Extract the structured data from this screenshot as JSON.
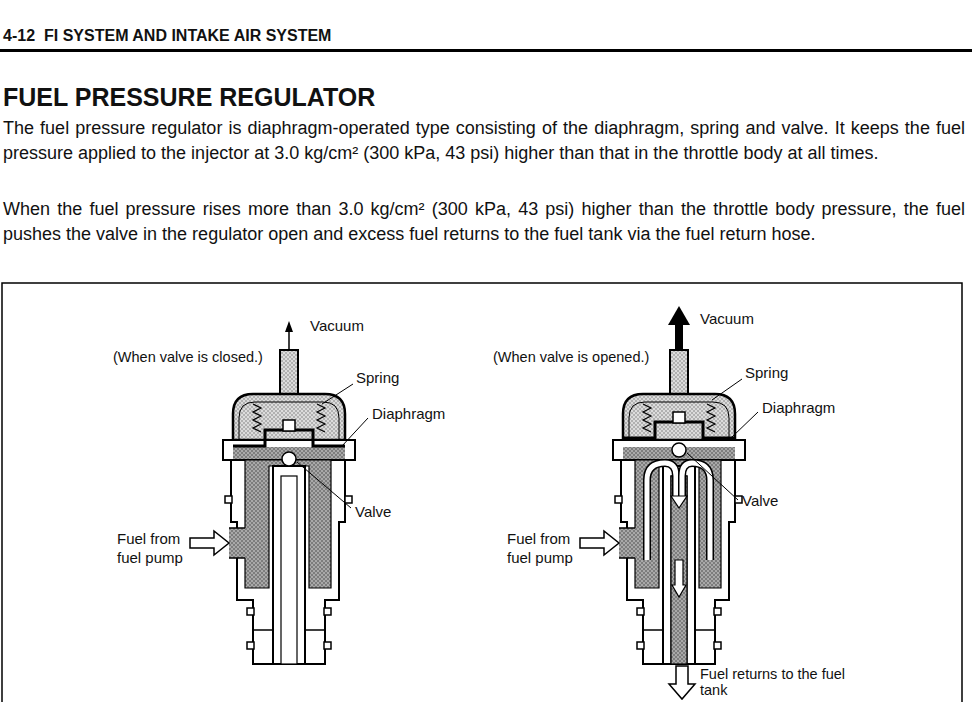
{
  "diagram": {
    "title": "FUEL PRESSURE REGULATOR",
    "labels": [
      "4-12",
      "FI SYSTEM AND INTAKE AIR SYSTEM",
      "The fuel pressure regulator is diaphragm-operated type consisting of the diaphragm, spring and valve. It keeps the fuel pressure applied to the injector at 3.0 kg/cm² (300 kPa, 43 psi) higher than that in the throttle body at all times.",
      "When the fuel pressure rises more than 3.0 kg/cm² (300 kPa, 43 psi) higher than the throttle body pressure, the fuel pushes the valve in the regulator open and excess fuel returns to the fuel tank via the fuel return hose.",
      "Vacuum",
      "(When valve is closed.)",
      "Spring",
      "Diaphragm",
      "Valve",
      "Fuel from fuel pump",
      "Vacuum",
      "(When valve is opened.)",
      "Spring",
      "Diaphragm",
      "Valve",
      "Fuel from fuel pump",
      "Fuel returns to the fuel tank"
    ]
  }
}
